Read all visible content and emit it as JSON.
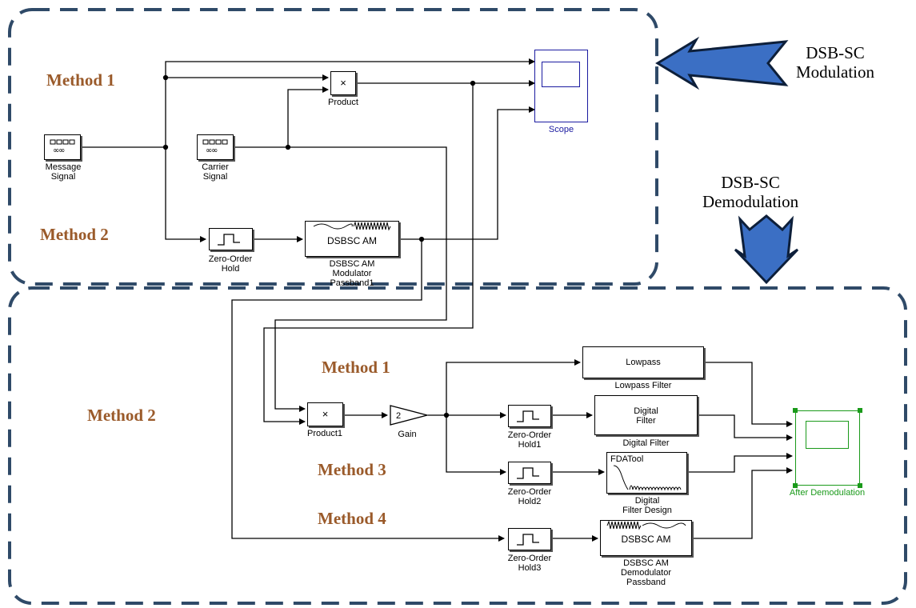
{
  "headings": {
    "modulation": [
      "DSB-SC",
      "Modulation"
    ],
    "demodulation": [
      "DSB-SC",
      "Demodulation"
    ]
  },
  "methods": {
    "mod_method1": "Method 1",
    "mod_method2": "Method 2",
    "demod_method1": "Method 1",
    "demod_method2": "Method 2",
    "demod_method3": "Method 3",
    "demod_method4": "Method 4"
  },
  "blocks": {
    "message_signal": [
      "Message",
      "Signal"
    ],
    "carrier_signal": [
      "Carrier",
      "Signal"
    ],
    "product": "Product",
    "scope": "Scope",
    "zoh": [
      "Zero-Order",
      "Hold"
    ],
    "modulator": {
      "inner": "DSBSC AM",
      "label": [
        "DSBSC AM",
        "Modulator",
        "Passband1"
      ]
    },
    "product1": "Product1",
    "gain": {
      "inner": "2",
      "label": "Gain"
    },
    "zoh1": [
      "Zero-Order",
      "Hold1"
    ],
    "zoh2": [
      "Zero-Order",
      "Hold2"
    ],
    "zoh3": [
      "Zero-Order",
      "Hold3"
    ],
    "lowpass": {
      "inner": "Lowpass",
      "label": "Lowpass Filter"
    },
    "digital_filter": {
      "inner": [
        "Digital",
        "Filter"
      ],
      "label": "Digital Filter"
    },
    "fdatool": {
      "inner": "FDATool",
      "label": [
        "Digital",
        "Filter Design"
      ]
    },
    "demodulator": {
      "inner": "DSBSC AM",
      "label": [
        "DSBSC AM",
        "Demodulator",
        "Passband"
      ]
    },
    "after_demod": "After Demodulation",
    "product_symbol": "×"
  },
  "colors": {
    "method_text": "#9a5a2a",
    "dashed_border": "#2f4a68",
    "arrow_fill": "#3b6fc4",
    "scope_border": "#1a1aa0",
    "after_demod_green": "#1a9a1a"
  }
}
